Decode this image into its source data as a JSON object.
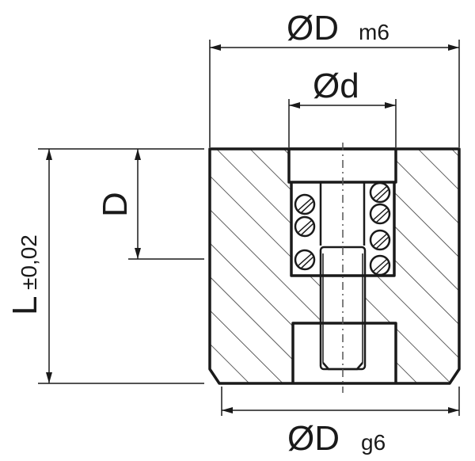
{
  "labels": {
    "outer_diameter_top": "ØD",
    "outer_diameter_top_fit": "m6",
    "inner_diameter": "Ød",
    "depth": "D",
    "length": "L",
    "length_tolerance": "±0,02",
    "outer_diameter_bottom": "ØD",
    "outer_diameter_bottom_fit": "g6"
  }
}
